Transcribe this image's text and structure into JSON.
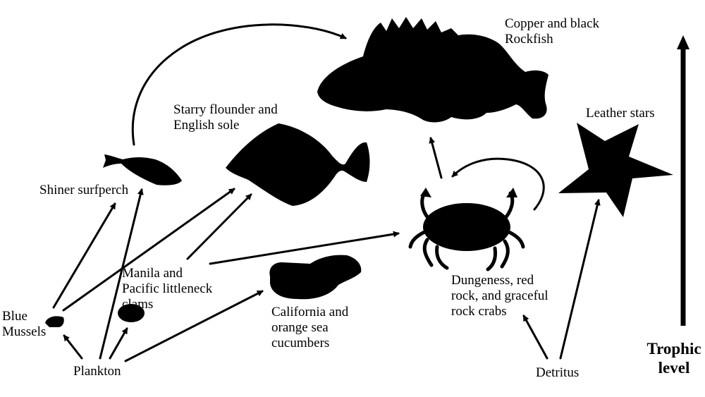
{
  "colors": {
    "silhouette": "#000000",
    "arrow": "#000000",
    "background": "#ffffff"
  },
  "organisms": [
    {
      "id": "rockfish",
      "label": "Copper and black\nRockfish",
      "icon": "rockfish-silhouette"
    },
    {
      "id": "flounder",
      "label": "Starry flounder and\nEnglish sole",
      "icon": "flounder-silhouette"
    },
    {
      "id": "surfperch",
      "label": "Shiner surfperch",
      "icon": "surfperch-silhouette"
    },
    {
      "id": "leatherstars",
      "label": "Leather stars",
      "icon": "starfish-silhouette"
    },
    {
      "id": "crabs",
      "label": "Dungeness, red\nrock, and graceful\nrock crabs",
      "icon": "crab-silhouette"
    },
    {
      "id": "clams",
      "label": "Manila and\nPacific littleneck\nclams",
      "icon": "clam-silhouette"
    },
    {
      "id": "cucumbers",
      "label": "California and\norange sea\ncucumbers",
      "icon": "sea-cucumber-silhouette"
    },
    {
      "id": "mussels",
      "label": "Blue\nMussels",
      "icon": "mussel-silhouette"
    },
    {
      "id": "plankton",
      "label": "Plankton"
    },
    {
      "id": "detritus",
      "label": "Detritus"
    }
  ],
  "trophic_axis": {
    "label": "Trophic\nlevel",
    "icon": "up-arrow-icon"
  },
  "feeding_links": [
    {
      "from": "surfperch",
      "to": "rockfish"
    },
    {
      "from": "crabs",
      "to": "rockfish"
    },
    {
      "from": "crabs",
      "to": "crabs"
    },
    {
      "from": "clams",
      "to": "crabs"
    },
    {
      "from": "clams",
      "to": "flounder"
    },
    {
      "from": "mussels",
      "to": "flounder"
    },
    {
      "from": "mussels",
      "to": "surfperch"
    },
    {
      "from": "plankton",
      "to": "surfperch"
    },
    {
      "from": "plankton",
      "to": "mussels"
    },
    {
      "from": "plankton",
      "to": "clams"
    },
    {
      "from": "plankton",
      "to": "cucumbers"
    },
    {
      "from": "detritus",
      "to": "crabs"
    },
    {
      "from": "detritus",
      "to": "leatherstars"
    }
  ]
}
